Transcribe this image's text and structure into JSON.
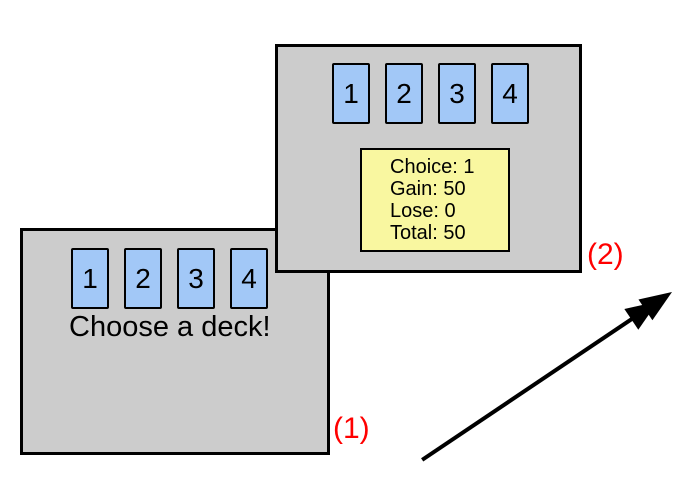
{
  "figure": {
    "panels": [
      {
        "step_label": "(1)",
        "decks": [
          "1",
          "2",
          "3",
          "4"
        ],
        "prompt": "Choose a deck!"
      },
      {
        "step_label": "(2)",
        "decks": [
          "1",
          "2",
          "3",
          "4"
        ],
        "feedback": [
          "Choice: 1",
          "Gain: 50",
          "Lose: 0",
          "Total: 50"
        ]
      }
    ]
  },
  "colors": {
    "background": "#ffffff",
    "panel_bg": "#cccccc",
    "panel_border": "#000000",
    "card_bg": "#a2c8f7",
    "card_border": "#000000",
    "feedback_bg": "#f9f7a0",
    "feedback_border": "#000000",
    "step_label": "#ff0000",
    "arrow": "#000000",
    "text": "#000000"
  }
}
